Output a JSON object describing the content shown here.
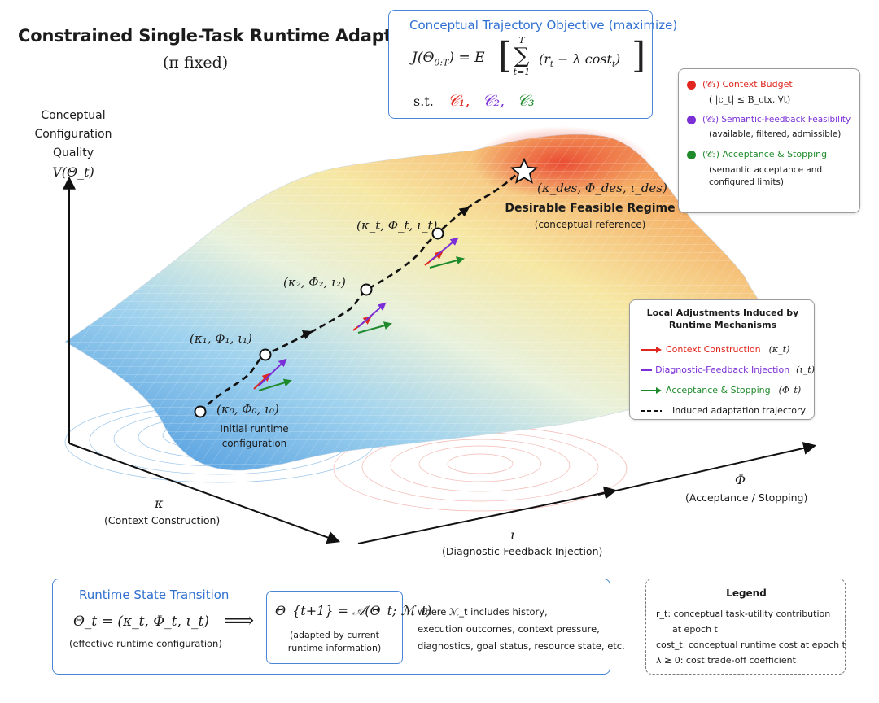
{
  "title": "Constrained Single-Task Runtime Adaptation",
  "subtitle": "(π  fixed)",
  "objective": {
    "heading": "Conceptual Trajectory Objective",
    "heading_note": "(maximize)",
    "lhs": "J(Θ",
    "lhs_sub": "0:T",
    "eq": ") = E",
    "sum_top": "T",
    "sum_sym": "∑",
    "sum_bottom": "t=1",
    "summand": "(r",
    "summand_sub": "t",
    "summand_rest": " − λ cost",
    "summand_rest_sub": "t",
    "summand_close": ")",
    "st_label": "s.t.",
    "c1": "𝒞₁,",
    "c2": "𝒞₂,",
    "c3": "𝒞₃"
  },
  "constraints": [
    {
      "color": "#e0261e",
      "label": "(𝒞₁)  Context Budget",
      "detail": "( |c_t| ≤ B_ctx, ∀t)"
    },
    {
      "color": "#7b2fd6",
      "label": "(𝒞₂)  Semantic-Feedback Feasibility",
      "detail": "(available, filtered, admissible)"
    },
    {
      "color": "#1f8a2c",
      "label": "(𝒞₃)  Acceptance & Stopping",
      "detail": "(semantic acceptance and configured limits)"
    }
  ],
  "axes": {
    "y_label_line1": "Conceptual",
    "y_label_line2": "Configuration Quality",
    "y_symbol": "V(Θ_t)",
    "kappa_symbol": "κ",
    "kappa_label": "(Context Construction)",
    "iota_symbol": "ι",
    "iota_label": "(Diagnostic-Feedback Injection)",
    "phi_symbol": "Φ",
    "phi_label": "(Acceptance / Stopping)"
  },
  "points": {
    "p0": "(κ₀, Φ₀, ι₀)",
    "p0_note1": "Initial runtime",
    "p0_note2": "configuration",
    "p1": "(κ₁, Φ₁, ι₁)",
    "p2": "(κ₂, Φ₂, ι₂)",
    "pt": "(κ_t, Φ_t, ι_t)",
    "des": "(κ_des, Φ_des, ι_des)",
    "des_note1": "Desirable Feasible Regime",
    "des_note2": "(conceptual reference)"
  },
  "local_adjustments": {
    "heading_line1": "Local Adjustments Induced by",
    "heading_line2": "Runtime Mechanisms",
    "items": [
      {
        "color": "#e0261e",
        "label": "Context Construction",
        "symbol": "(κ_t)"
      },
      {
        "color": "#7b2fd6",
        "label": "Diagnostic-Feedback Injection",
        "symbol": "(ι_t)"
      },
      {
        "color": "#1f8a2c",
        "label": "Acceptance & Stopping",
        "symbol": "(Φ_t)"
      },
      {
        "color": "#111111",
        "label": "Induced adaptation trajectory",
        "symbol": ""
      }
    ]
  },
  "transition": {
    "heading": "Runtime State Transition",
    "state_eq": "Θ_t = (κ_t, Φ_t, ι_t)",
    "state_note": "(effective runtime configuration)",
    "arrow": "⟹",
    "update_eq": "Θ_{t+1} = 𝒜(Θ_t; ℳ_t)",
    "update_note1": "(adapted by current",
    "update_note2": "runtime information)",
    "where1": "where ℳ_t includes history,",
    "where2": "execution outcomes, context pressure,",
    "where3": "diagnostics, goal status, resource state, etc."
  },
  "legend": {
    "heading": "Legend",
    "r_line1": "r_t:   conceptual task-utility contribution",
    "r_line2": "at epoch t",
    "cost_line": "cost_t:  conceptual runtime cost at epoch t",
    "lambda_line": "λ ≥ 0:  cost trade-off coefficient"
  },
  "colors": {
    "accent_blue": "#2f6fd0",
    "red": "#e0261e",
    "purple": "#7b2fd6",
    "green": "#1f8a2c",
    "surface_low": "#4a9de0",
    "surface_mid": "#f2e6a0",
    "surface_high": "#e8402c"
  }
}
